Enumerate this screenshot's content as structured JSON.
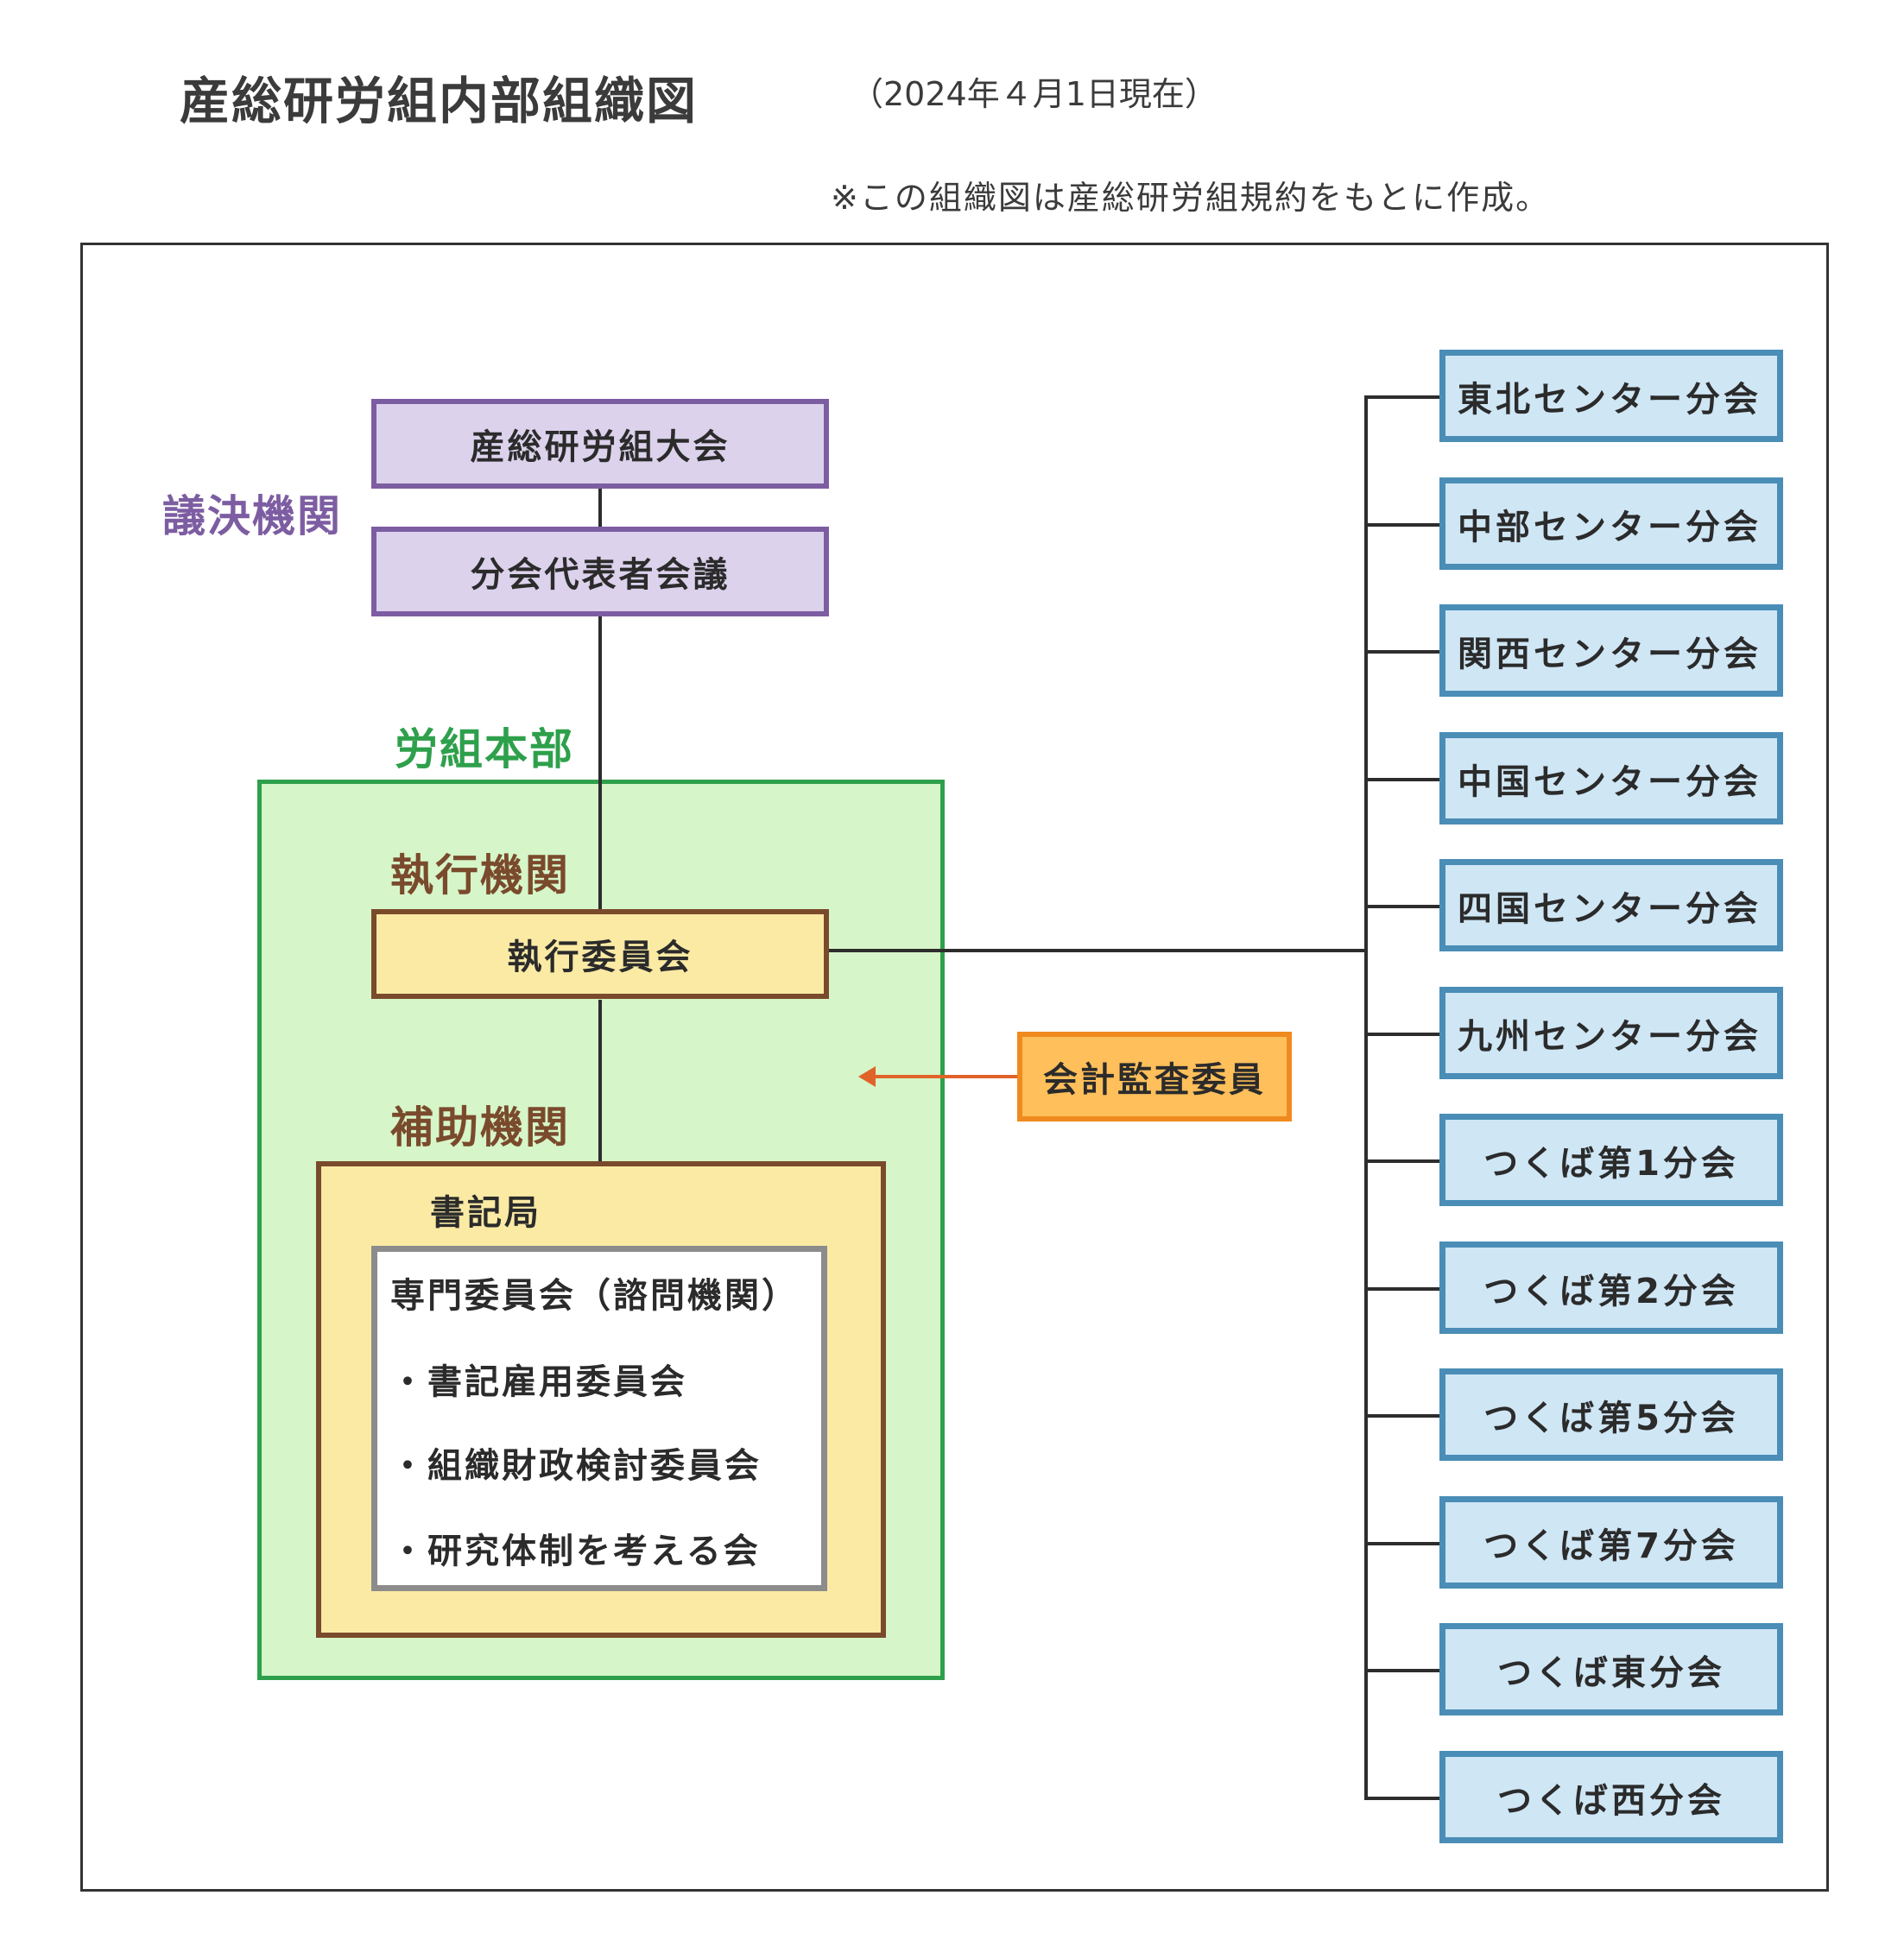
{
  "header": {
    "title": "産総研労組内部組織図",
    "date": "（2024年４月1日現在）",
    "note": "※この組織図は産総研労組規約をもとに作成。"
  },
  "sections": {
    "decision": "議決機関",
    "headquarters": "労組本部",
    "executive": "執行機関",
    "auxiliary": "補助機関"
  },
  "boxes": {
    "general_assembly": "産総研労組大会",
    "branch_rep_meeting": "分会代表者会議",
    "executive_committee": "執行委員会",
    "audit": "会計監査委員",
    "secretariat": "書記局"
  },
  "committees": {
    "header": "専門委員会（諮問機関）",
    "items": [
      "・書記雇用委員会",
      "・組織財政検討委員会",
      "・研究体制を考える会"
    ]
  },
  "branches": [
    "東北センター分会",
    "中部センター分会",
    "関西センター分会",
    "中国センター分会",
    "四国センター分会",
    "九州センター分会",
    "つくば第1分会",
    "つくば第2分会",
    "つくば第5分会",
    "つくば第7分会",
    "つくば東分会",
    "つくば西分会"
  ],
  "colors": {
    "decision": "#7d5da2",
    "headquarters": "#2ea04b",
    "section_brown": "#7a4a2c",
    "branch_border": "#4a8db7",
    "audit": "#f08a1e"
  }
}
